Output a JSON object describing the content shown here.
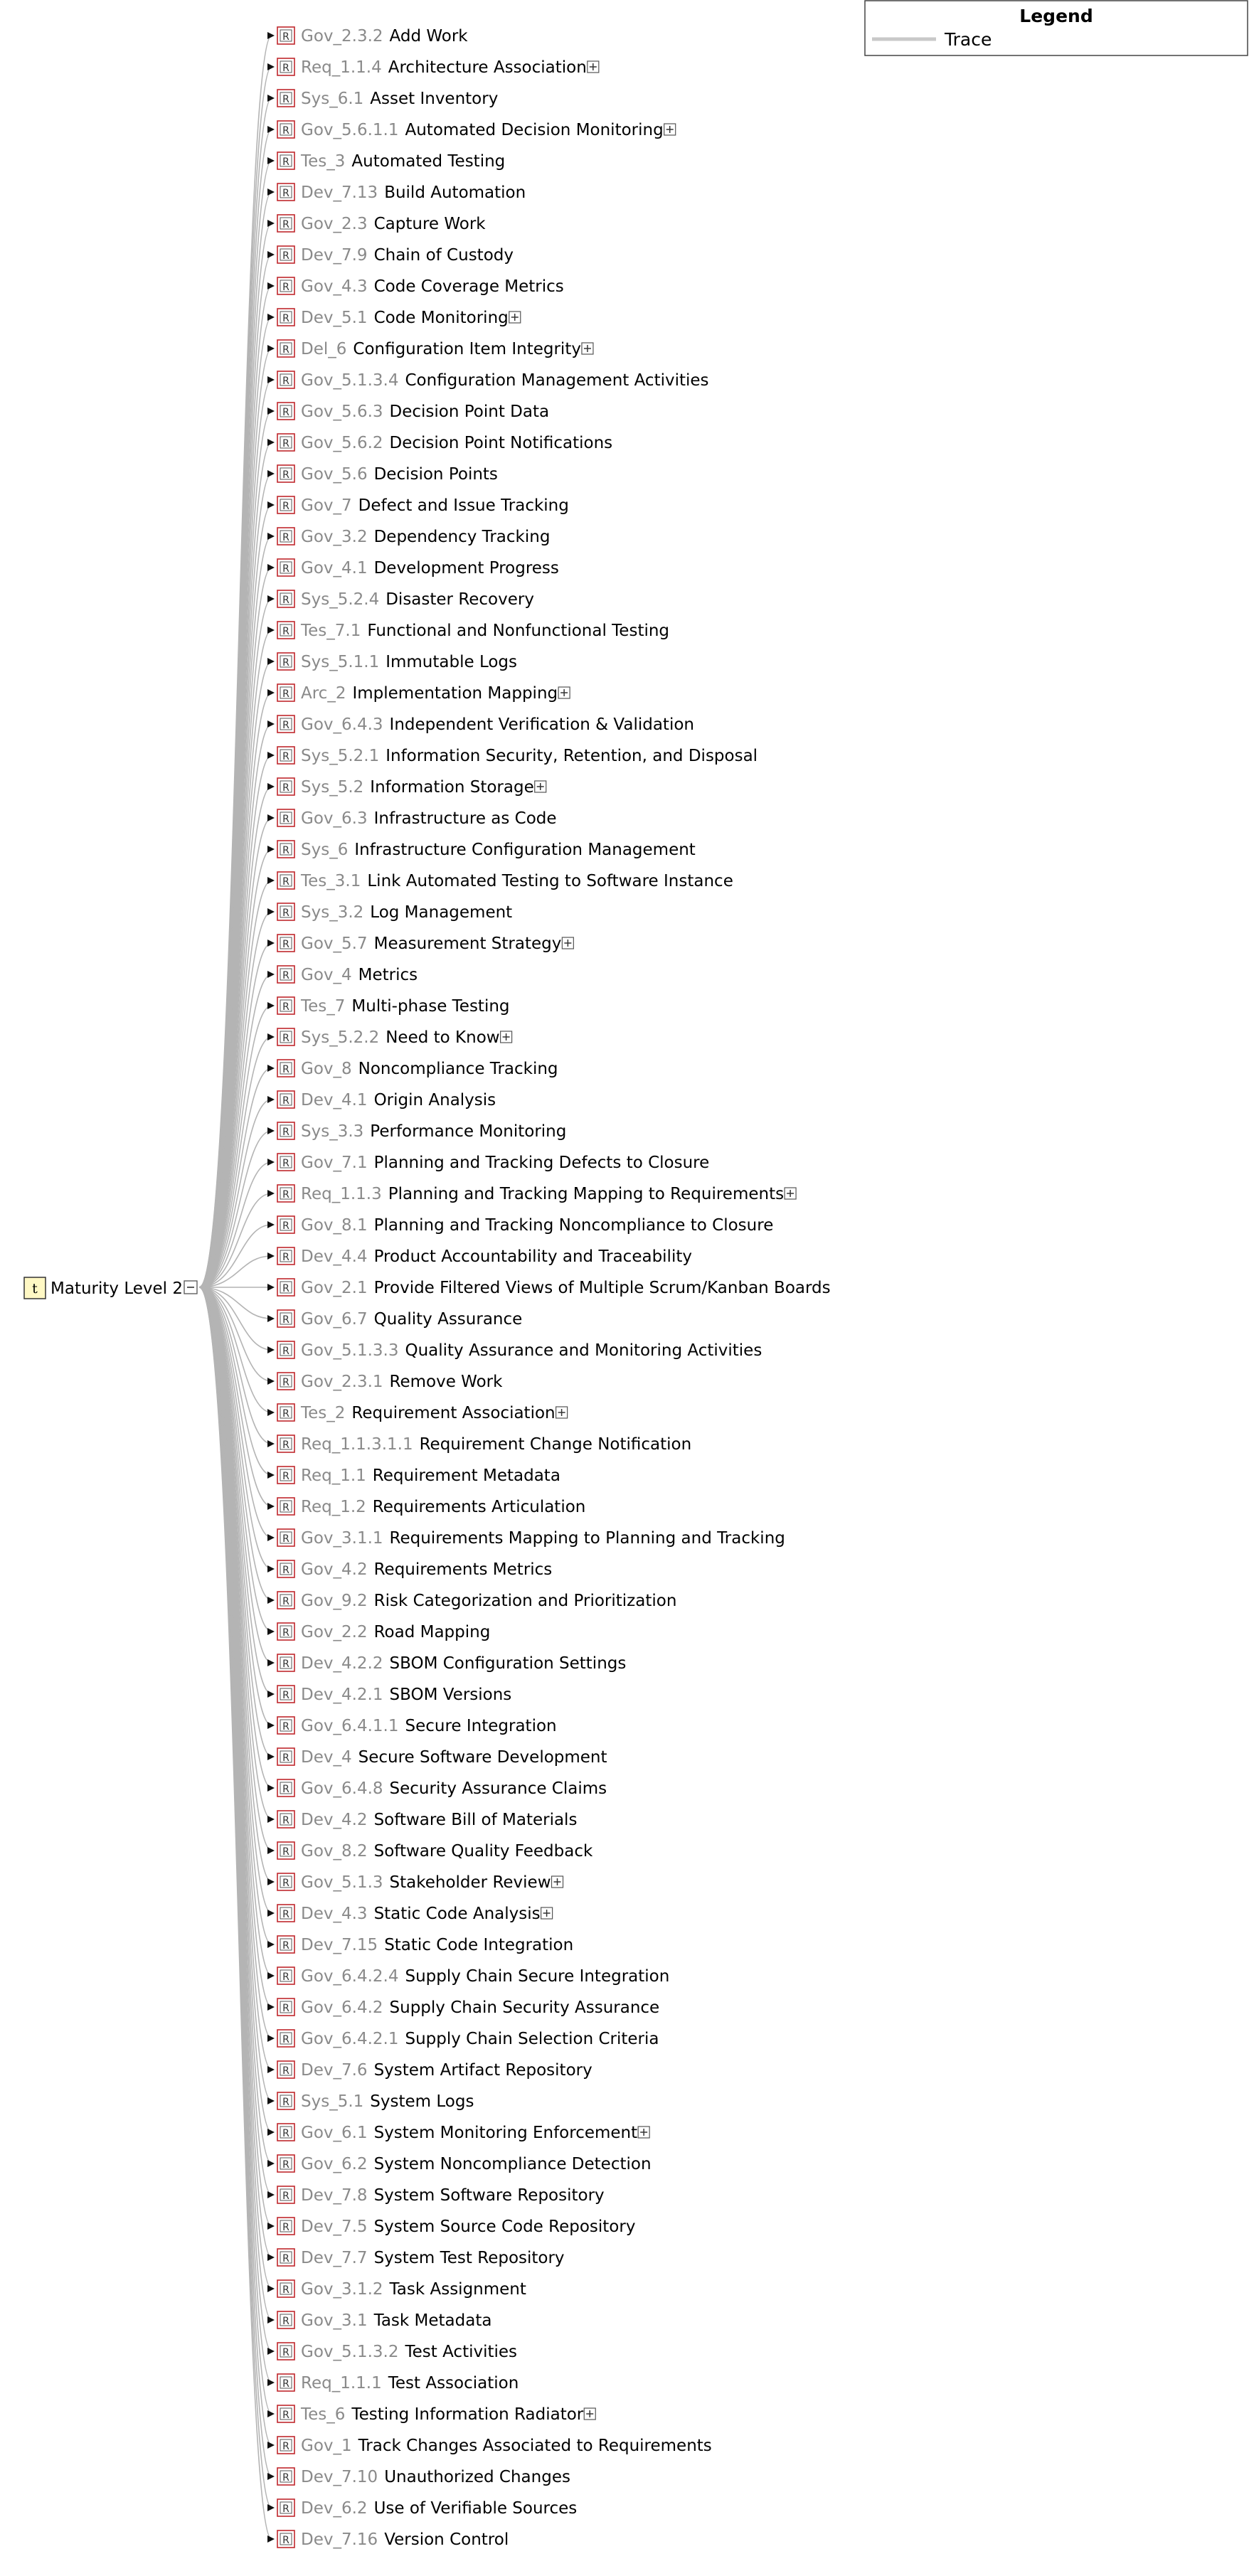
{
  "legend": {
    "title": "Legend",
    "items": [
      {
        "label": "Trace",
        "color": "#c8c8c8"
      }
    ]
  },
  "root": {
    "label": "Maturity Level 2",
    "icon": "t"
  },
  "requirement_icon": "R",
  "colors": {
    "edge": "#b4b4b4",
    "id_text": "#8a8a8a",
    "req_icon_border": "#c0282d",
    "root_icon_fill": "#fff8c4"
  },
  "requirements": [
    {
      "id": "Gov_2.3.2",
      "name": "Add Work",
      "expandable": false
    },
    {
      "id": "Req_1.1.4",
      "name": "Architecture Association",
      "expandable": true
    },
    {
      "id": "Sys_6.1",
      "name": "Asset Inventory",
      "expandable": false
    },
    {
      "id": "Gov_5.6.1.1",
      "name": "Automated Decision Monitoring",
      "expandable": true
    },
    {
      "id": "Tes_3",
      "name": "Automated Testing",
      "expandable": false
    },
    {
      "id": "Dev_7.13",
      "name": "Build Automation",
      "expandable": false
    },
    {
      "id": "Gov_2.3",
      "name": "Capture Work",
      "expandable": false
    },
    {
      "id": "Dev_7.9",
      "name": "Chain of Custody",
      "expandable": false
    },
    {
      "id": "Gov_4.3",
      "name": "Code Coverage Metrics",
      "expandable": false
    },
    {
      "id": "Dev_5.1",
      "name": "Code Monitoring",
      "expandable": true
    },
    {
      "id": "Del_6",
      "name": "Configuration Item Integrity",
      "expandable": true
    },
    {
      "id": "Gov_5.1.3.4",
      "name": "Configuration Management Activities",
      "expandable": false
    },
    {
      "id": "Gov_5.6.3",
      "name": "Decision Point Data",
      "expandable": false
    },
    {
      "id": "Gov_5.6.2",
      "name": "Decision Point Notifications",
      "expandable": false
    },
    {
      "id": "Gov_5.6",
      "name": "Decision Points",
      "expandable": false
    },
    {
      "id": "Gov_7",
      "name": "Defect and Issue Tracking",
      "expandable": false
    },
    {
      "id": "Gov_3.2",
      "name": "Dependency Tracking",
      "expandable": false
    },
    {
      "id": "Gov_4.1",
      "name": "Development Progress",
      "expandable": false
    },
    {
      "id": "Sys_5.2.4",
      "name": "Disaster Recovery",
      "expandable": false
    },
    {
      "id": "Tes_7.1",
      "name": "Functional and Nonfunctional Testing",
      "expandable": false
    },
    {
      "id": "Sys_5.1.1",
      "name": "Immutable Logs",
      "expandable": false
    },
    {
      "id": "Arc_2",
      "name": "Implementation Mapping",
      "expandable": true
    },
    {
      "id": "Gov_6.4.3",
      "name": "Independent Verification & Validation",
      "expandable": false
    },
    {
      "id": "Sys_5.2.1",
      "name": "Information Security, Retention, and Disposal",
      "expandable": false
    },
    {
      "id": "Sys_5.2",
      "name": "Information Storage",
      "expandable": true
    },
    {
      "id": "Gov_6.3",
      "name": "Infrastructure as Code",
      "expandable": false
    },
    {
      "id": "Sys_6",
      "name": "Infrastructure Configuration Management",
      "expandable": false
    },
    {
      "id": "Tes_3.1",
      "name": "Link Automated Testing to Software Instance",
      "expandable": false
    },
    {
      "id": "Sys_3.2",
      "name": "Log Management",
      "expandable": false
    },
    {
      "id": "Gov_5.7",
      "name": "Measurement Strategy",
      "expandable": true
    },
    {
      "id": "Gov_4",
      "name": "Metrics",
      "expandable": false
    },
    {
      "id": "Tes_7",
      "name": "Multi-phase Testing",
      "expandable": false
    },
    {
      "id": "Sys_5.2.2",
      "name": "Need to Know",
      "expandable": true
    },
    {
      "id": "Gov_8",
      "name": "Noncompliance Tracking",
      "expandable": false
    },
    {
      "id": "Dev_4.1",
      "name": "Origin Analysis",
      "expandable": false
    },
    {
      "id": "Sys_3.3",
      "name": "Performance Monitoring",
      "expandable": false
    },
    {
      "id": "Gov_7.1",
      "name": "Planning and Tracking Defects to Closure",
      "expandable": false
    },
    {
      "id": "Req_1.1.3",
      "name": "Planning and Tracking Mapping to Requirements",
      "expandable": true
    },
    {
      "id": "Gov_8.1",
      "name": "Planning and Tracking Noncompliance to Closure",
      "expandable": false
    },
    {
      "id": "Dev_4.4",
      "name": "Product Accountability and Traceability",
      "expandable": false
    },
    {
      "id": "Gov_2.1",
      "name": "Provide Filtered Views of Multiple Scrum/Kanban Boards",
      "expandable": false
    },
    {
      "id": "Gov_6.7",
      "name": "Quality Assurance",
      "expandable": false
    },
    {
      "id": "Gov_5.1.3.3",
      "name": "Quality Assurance and Monitoring Activities",
      "expandable": false
    },
    {
      "id": "Gov_2.3.1",
      "name": "Remove Work",
      "expandable": false
    },
    {
      "id": "Tes_2",
      "name": "Requirement Association",
      "expandable": true
    },
    {
      "id": "Req_1.1.3.1.1",
      "name": "Requirement Change Notification",
      "expandable": false
    },
    {
      "id": "Req_1.1",
      "name": "Requirement Metadata",
      "expandable": false
    },
    {
      "id": "Req_1.2",
      "name": "Requirements Articulation",
      "expandable": false
    },
    {
      "id": "Gov_3.1.1",
      "name": "Requirements Mapping to Planning and Tracking",
      "expandable": false
    },
    {
      "id": "Gov_4.2",
      "name": "Requirements Metrics",
      "expandable": false
    },
    {
      "id": "Gov_9.2",
      "name": "Risk Categorization and Prioritization",
      "expandable": false
    },
    {
      "id": "Gov_2.2",
      "name": "Road Mapping",
      "expandable": false
    },
    {
      "id": "Dev_4.2.2",
      "name": "SBOM Configuration Settings",
      "expandable": false
    },
    {
      "id": "Dev_4.2.1",
      "name": "SBOM Versions",
      "expandable": false
    },
    {
      "id": "Gov_6.4.1.1",
      "name": "Secure Integration",
      "expandable": false
    },
    {
      "id": "Dev_4",
      "name": "Secure Software Development",
      "expandable": false
    },
    {
      "id": "Gov_6.4.8",
      "name": "Security Assurance Claims",
      "expandable": false
    },
    {
      "id": "Dev_4.2",
      "name": "Software Bill of Materials",
      "expandable": false
    },
    {
      "id": "Gov_8.2",
      "name": "Software Quality Feedback",
      "expandable": false
    },
    {
      "id": "Gov_5.1.3",
      "name": "Stakeholder Review",
      "expandable": true
    },
    {
      "id": "Dev_4.3",
      "name": "Static Code Analysis",
      "expandable": true
    },
    {
      "id": "Dev_7.15",
      "name": "Static Code Integration",
      "expandable": false
    },
    {
      "id": "Gov_6.4.2.4",
      "name": "Supply Chain Secure Integration",
      "expandable": false
    },
    {
      "id": "Gov_6.4.2",
      "name": "Supply Chain Security Assurance",
      "expandable": false
    },
    {
      "id": "Gov_6.4.2.1",
      "name": "Supply Chain Selection Criteria",
      "expandable": false
    },
    {
      "id": "Dev_7.6",
      "name": "System Artifact Repository",
      "expandable": false
    },
    {
      "id": "Sys_5.1",
      "name": "System Logs",
      "expandable": false
    },
    {
      "id": "Gov_6.1",
      "name": "System Monitoring Enforcement",
      "expandable": true
    },
    {
      "id": "Gov_6.2",
      "name": "System Noncompliance Detection",
      "expandable": false
    },
    {
      "id": "Dev_7.8",
      "name": "System Software Repository",
      "expandable": false
    },
    {
      "id": "Dev_7.5",
      "name": "System Source Code Repository",
      "expandable": false
    },
    {
      "id": "Dev_7.7",
      "name": "System Test Repository",
      "expandable": false
    },
    {
      "id": "Gov_3.1.2",
      "name": "Task Assignment",
      "expandable": false
    },
    {
      "id": "Gov_3.1",
      "name": "Task Metadata",
      "expandable": false
    },
    {
      "id": "Gov_5.1.3.2",
      "name": "Test Activities",
      "expandable": false
    },
    {
      "id": "Req_1.1.1",
      "name": "Test Association",
      "expandable": false
    },
    {
      "id": "Tes_6",
      "name": "Testing Information Radiator",
      "expandable": true
    },
    {
      "id": "Gov_1",
      "name": "Track Changes Associated to Requirements",
      "expandable": false
    },
    {
      "id": "Dev_7.10",
      "name": "Unauthorized Changes",
      "expandable": false
    },
    {
      "id": "Dev_6.2",
      "name": "Use of Verifiable Sources",
      "expandable": false
    },
    {
      "id": "Dev_7.16",
      "name": "Version Control",
      "expandable": false
    }
  ]
}
